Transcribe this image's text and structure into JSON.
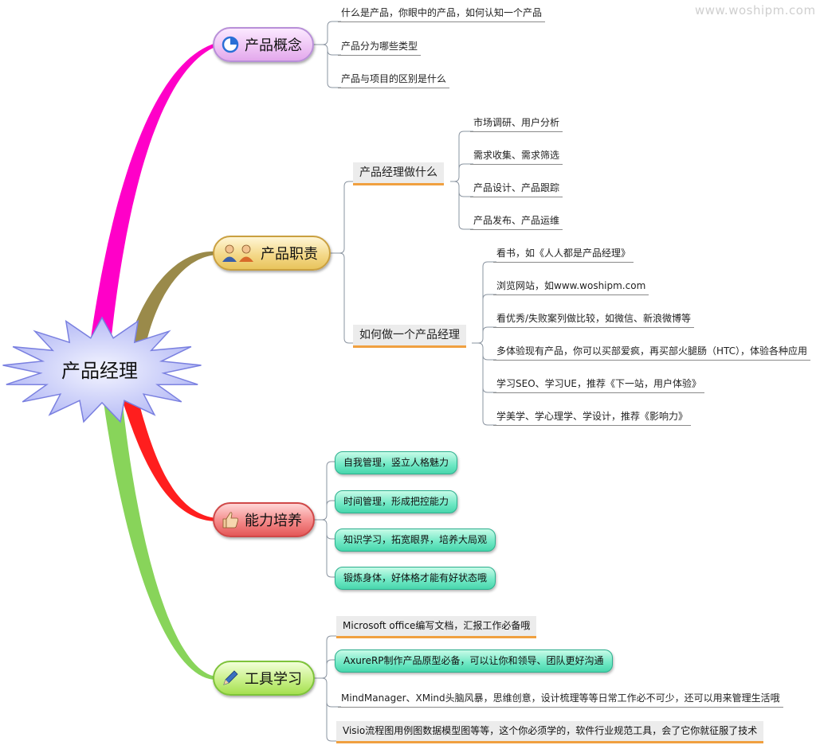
{
  "watermark": "www.woshipm.com",
  "center": {
    "label": "产品经理"
  },
  "branches": {
    "concept": {
      "label": "产品概念",
      "icon": "pie-chart-icon",
      "items": [
        "什么是产品，你眼中的产品，如何认知一个产品",
        "产品分为哪些类型",
        "产品与项目的区别是什么"
      ]
    },
    "duty": {
      "label": "产品职责",
      "icon": "people-icon",
      "subs": [
        {
          "label": "产品经理做什么",
          "items": [
            "市场调研、用户分析",
            "需求收集、需求筛选",
            "产品设计、产品跟踪",
            "产品发布、产品运维"
          ]
        },
        {
          "label": "如何做一个产品经理",
          "items": [
            "看书，如《人人都是产品经理》",
            "浏览网站，如www.woshipm.com",
            "看优秀/失败案列做比较，如微信、新浪微博等",
            "多体验现有产品，你可以买部爱疯，再买部火腿肠（HTC），体验各种应用",
            "学习SEO、学习UE，推荐《下一站，用户体验》",
            "学美学、学心理学、学设计，推荐《影响力》"
          ]
        }
      ]
    },
    "ability": {
      "label": "能力培养",
      "icon": "thumbs-up-icon",
      "items": [
        "自我管理，竖立人格魅力",
        "时间管理，形成把控能力",
        "知识学习，拓宽眼界，培养大局观",
        "锻炼身体，好体格才能有好状态哦"
      ]
    },
    "tools": {
      "label": "工具学习",
      "icon": "pencil-icon",
      "items": [
        "Microsoft office编写文档，汇报工作必备哦",
        "AxureRP制作产品原型必备，可以让你和领导、团队更好沟通",
        "MindManager、XMind头脑风暴，思维创意，设计梳理等等日常工作必不可少，还可以用来管理生活哦",
        "Visio流程图用例图数据模型图等等，这个你必须学的，软件行业规范工具，会了它你就征服了技术"
      ]
    }
  },
  "colors": {
    "concept": "#ff00c8",
    "duty": "#9a8a4a",
    "ability": "#ff1e1e",
    "tools": "#88d45a",
    "burst": "#c9cdfb",
    "burst_stroke": "#7a80e0",
    "teal": "#6ee8c4",
    "accent_underline": "#f0a040"
  }
}
